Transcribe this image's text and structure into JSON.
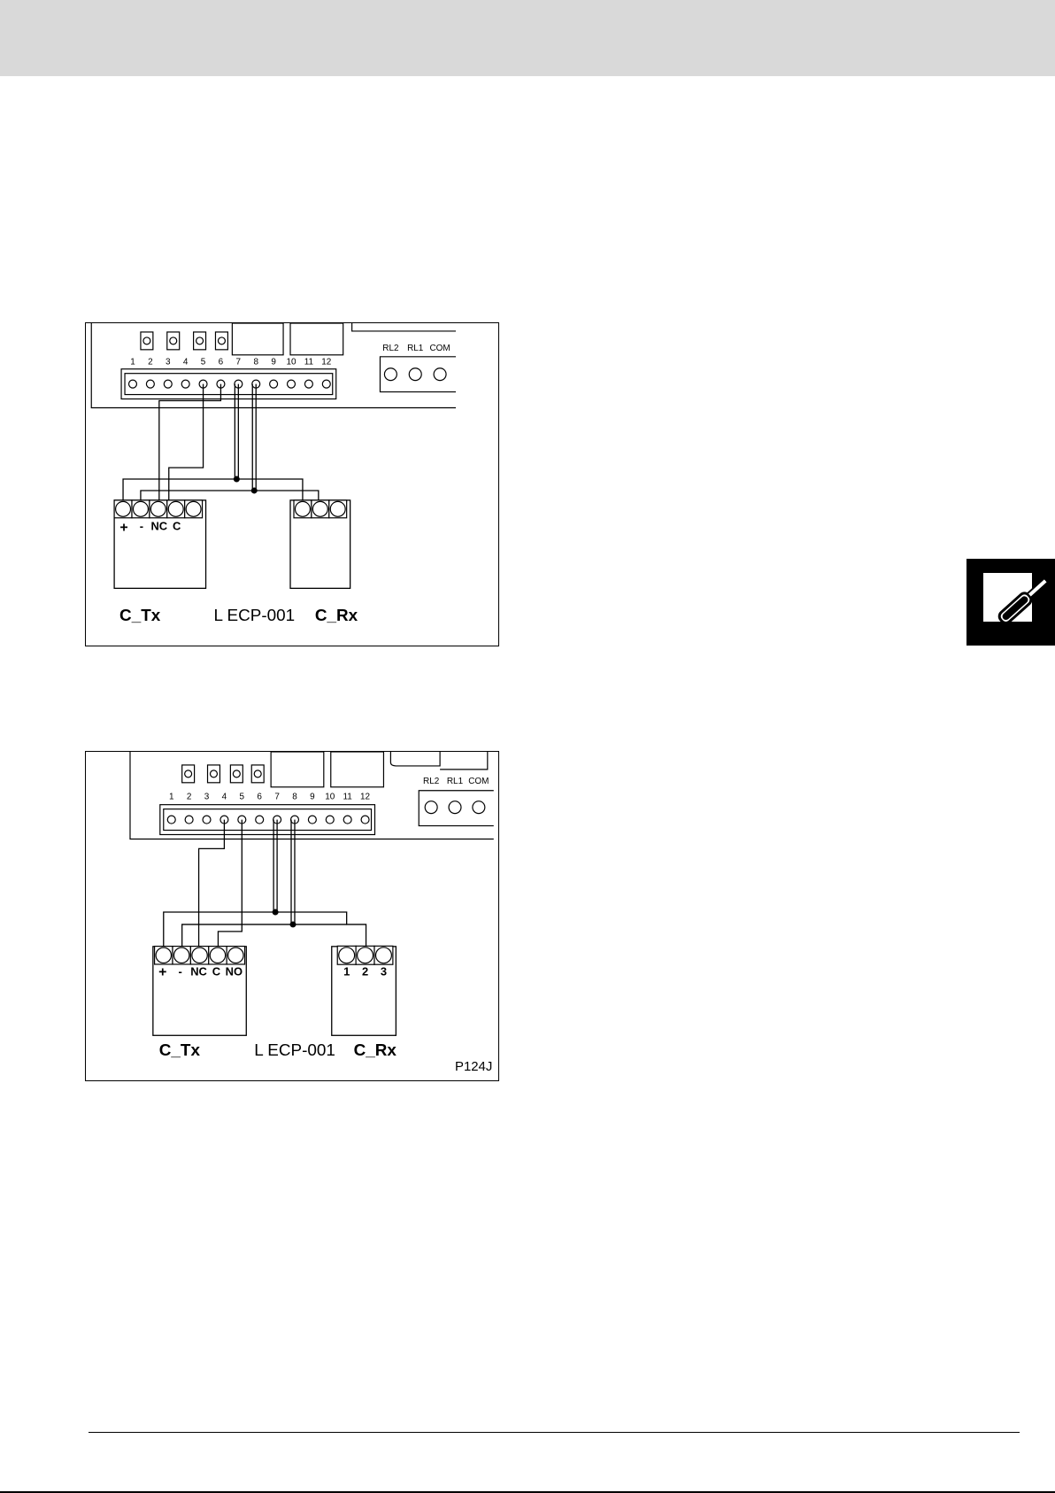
{
  "diagram_1": {
    "terminal_numbers": [
      "1",
      "2",
      "3",
      "4",
      "5",
      "6",
      "7",
      "8",
      "9",
      "10",
      "11",
      "12"
    ],
    "relay_labels": [
      "RL2",
      "RL1",
      "COM"
    ],
    "tx_terminal_labels": [
      "+",
      "-",
      "NC",
      "C"
    ],
    "tx_name": "C_Tx",
    "rx_name": "C_Rx",
    "center_label": "L ECP-001"
  },
  "diagram_2": {
    "terminal_numbers": [
      "1",
      "2",
      "3",
      "4",
      "5",
      "6",
      "7",
      "8",
      "9",
      "10",
      "11",
      "12"
    ],
    "relay_labels": [
      "RL2",
      "RL1",
      "COM"
    ],
    "tx_terminal_labels": [
      "+",
      "-",
      "NC",
      "C",
      "NO"
    ],
    "rx_terminal_labels": [
      "1",
      "2",
      "3"
    ],
    "tx_name": "C_Tx",
    "rx_name": "C_Rx",
    "center_label": "L ECP-001",
    "figure_code": "P124J"
  },
  "side_tab": {
    "icon": "screwdriver-icon"
  },
  "colors": {
    "header_band": "#d9d9d9",
    "ink": "#000000"
  }
}
